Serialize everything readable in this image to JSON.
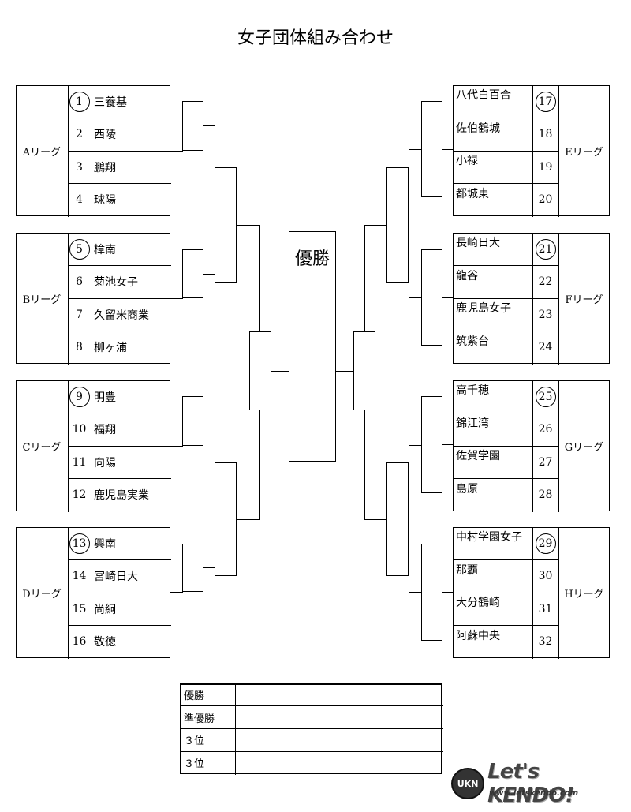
{
  "title": "女子団体組み合わせ",
  "champion_label": "優勝",
  "left_leagues": [
    {
      "name": "Aリーグ",
      "teams": [
        {
          "num": "1",
          "seed": true,
          "name": "三養基"
        },
        {
          "num": "2",
          "seed": false,
          "name": "西陵"
        },
        {
          "num": "3",
          "seed": false,
          "name": "鵬翔"
        },
        {
          "num": "4",
          "seed": false,
          "name": "球陽"
        }
      ]
    },
    {
      "name": "Bリーグ",
      "teams": [
        {
          "num": "5",
          "seed": true,
          "name": "樟南"
        },
        {
          "num": "6",
          "seed": false,
          "name": "菊池女子"
        },
        {
          "num": "7",
          "seed": false,
          "name": "久留米商業"
        },
        {
          "num": "8",
          "seed": false,
          "name": "柳ヶ浦"
        }
      ]
    },
    {
      "name": "Cリーグ",
      "teams": [
        {
          "num": "9",
          "seed": true,
          "name": "明豊"
        },
        {
          "num": "10",
          "seed": false,
          "name": "福翔"
        },
        {
          "num": "11",
          "seed": false,
          "name": "向陽"
        },
        {
          "num": "12",
          "seed": false,
          "name": "鹿児島実業"
        }
      ]
    },
    {
      "name": "Dリーグ",
      "teams": [
        {
          "num": "13",
          "seed": true,
          "name": "興南"
        },
        {
          "num": "14",
          "seed": false,
          "name": "宮崎日大"
        },
        {
          "num": "15",
          "seed": false,
          "name": "尚絅"
        },
        {
          "num": "16",
          "seed": false,
          "name": "敬徳"
        }
      ]
    }
  ],
  "right_leagues": [
    {
      "name": "Eリーグ",
      "teams": [
        {
          "num": "17",
          "seed": true,
          "name": "八代白百合"
        },
        {
          "num": "18",
          "seed": false,
          "name": "佐伯鶴城"
        },
        {
          "num": "19",
          "seed": false,
          "name": "小禄"
        },
        {
          "num": "20",
          "seed": false,
          "name": "都城東"
        }
      ]
    },
    {
      "name": "Fリーグ",
      "teams": [
        {
          "num": "21",
          "seed": true,
          "name": "長崎日大"
        },
        {
          "num": "22",
          "seed": false,
          "name": "龍谷"
        },
        {
          "num": "23",
          "seed": false,
          "name": "鹿児島女子"
        },
        {
          "num": "24",
          "seed": false,
          "name": "筑紫台"
        }
      ]
    },
    {
      "name": "Gリーグ",
      "teams": [
        {
          "num": "25",
          "seed": true,
          "name": "高千穂"
        },
        {
          "num": "26",
          "seed": false,
          "name": "錦江湾"
        },
        {
          "num": "27",
          "seed": false,
          "name": "佐賀学園"
        },
        {
          "num": "28",
          "seed": false,
          "name": "島原"
        }
      ]
    },
    {
      "name": "Hリーグ",
      "teams": [
        {
          "num": "29",
          "seed": true,
          "name": "中村学園女子"
        },
        {
          "num": "30",
          "seed": false,
          "name": "那覇"
        },
        {
          "num": "31",
          "seed": false,
          "name": "大分鶴崎"
        },
        {
          "num": "32",
          "seed": false,
          "name": "阿蘇中央"
        }
      ]
    }
  ],
  "results": [
    {
      "label": "優勝",
      "value": ""
    },
    {
      "label": "準優勝",
      "value": ""
    },
    {
      "label": "３位",
      "value": ""
    },
    {
      "label": "３位",
      "value": ""
    }
  ],
  "logo": {
    "badge": "UKN",
    "text": "Let's KENDO!",
    "url": "www.letskendo.com"
  }
}
